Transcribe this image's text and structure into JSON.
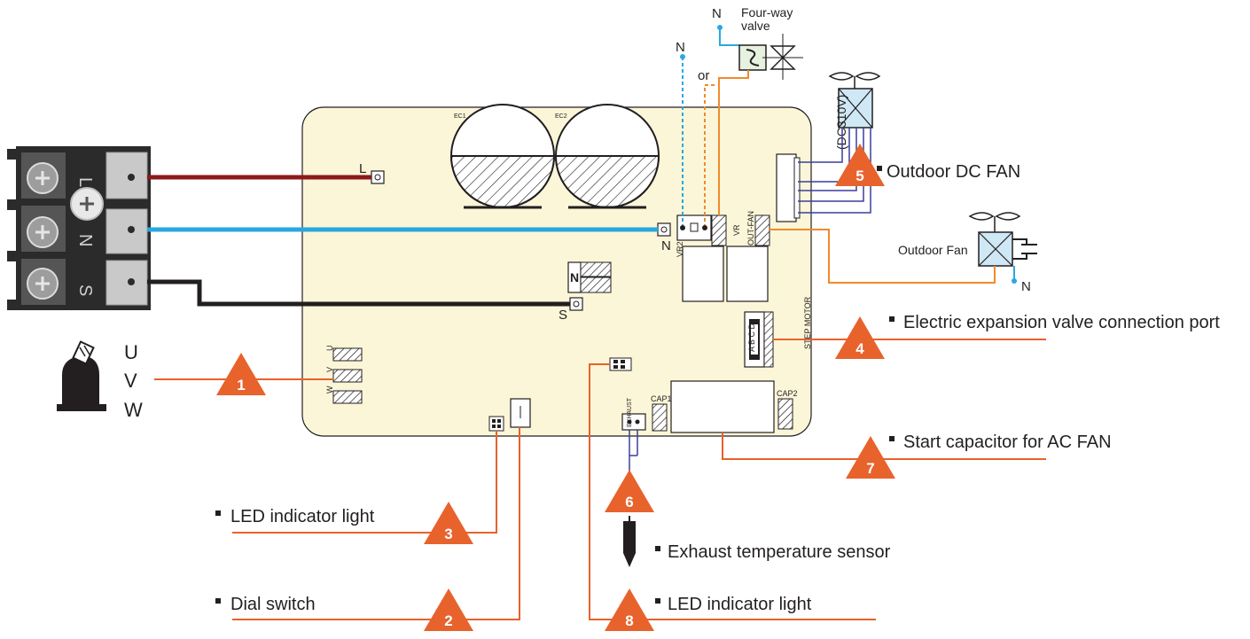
{
  "colors": {
    "board": "#fbf6d8",
    "callout": "#e8622c",
    "live_wire": "#8b1a1a",
    "neutral_wire": "#29a8e0",
    "signal_wire": "#231f20",
    "fan_wire": "#3a3f9e",
    "orange_wire": "#f08a2c"
  },
  "terminal_block": {
    "letters": [
      "L",
      "N",
      "S"
    ]
  },
  "compressor": {
    "phases": [
      "U",
      "V",
      "W"
    ]
  },
  "board": {
    "terminal_L": "L",
    "terminal_N": "N",
    "terminal_S": "S",
    "labels": {
      "vr2": "VR2",
      "vr": "VR",
      "out_fan": "OUT-FAN",
      "step_motor": "STEP MOTOR",
      "step_pins": "A B C D",
      "cap1": "CAP1",
      "cap2": "CAP2",
      "exhaust": "EXHAUST",
      "pin_u": "U",
      "pin_v": "V",
      "pin_w": "W",
      "n_block": "N",
      "ec1": "EC1",
      "ec2": "EC2"
    }
  },
  "four_way_valve": {
    "label_line1": "Four-way",
    "label_line2": "valve",
    "neutral": "N"
  },
  "vr2_neutral": "N",
  "or_text": "or",
  "dc_fan": {
    "voltage": "(DC310V)"
  },
  "ac_fan": {
    "label": "Outdoor Fan",
    "neutral": "N"
  },
  "callouts": [
    {
      "number": "1",
      "text": ""
    },
    {
      "number": "2",
      "text": "Dial switch"
    },
    {
      "number": "3",
      "text": "LED indicator light"
    },
    {
      "number": "4",
      "text": "Electric expansion valve connection port"
    },
    {
      "number": "5",
      "text": "Outdoor DC FAN"
    },
    {
      "number": "6",
      "text": "Exhaust  temperature  sensor"
    },
    {
      "number": "7",
      "text": "Start capacitor for AC FAN"
    },
    {
      "number": "8",
      "text": "LED indicator light"
    }
  ]
}
